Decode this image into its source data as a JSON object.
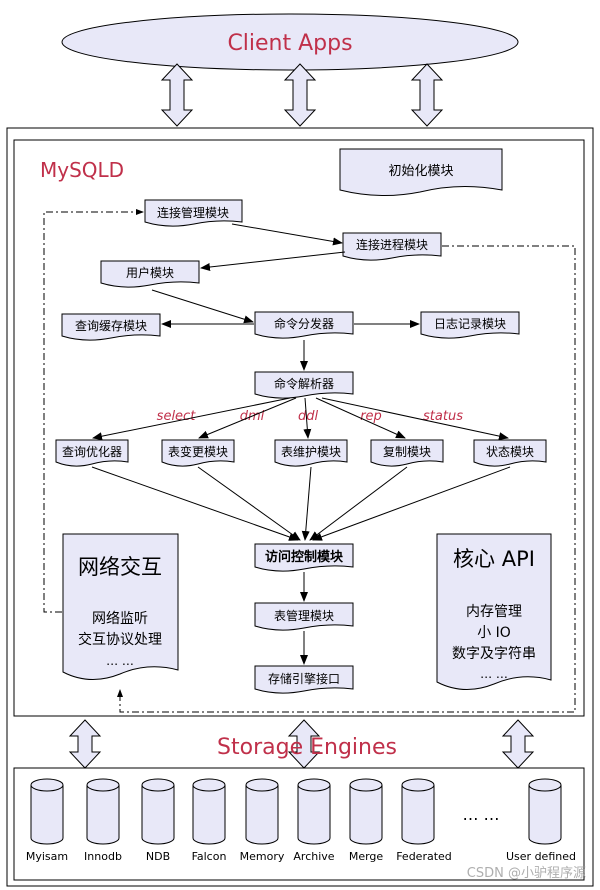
{
  "client_apps": "Client Apps",
  "mysqld": {
    "title": "MySQLD",
    "init_module": "初始化模块",
    "conn_mgr": "连接管理模块",
    "conn_proc": "连接进程模块",
    "user_module": "用户模块",
    "query_cache": "查询缓存模块",
    "cmd_dispatcher": "命令分发器",
    "log_module": "日志记录模块",
    "cmd_parser": "命令解析器",
    "branch_labels": [
      "select",
      "dml",
      "ddl",
      "rep",
      "status"
    ],
    "query_optimizer": "查询优化器",
    "table_change": "表变更模块",
    "table_maint": "表维护模块",
    "replication": "复制模块",
    "status_module": "状态模块",
    "access_ctrl": "访问控制模块",
    "table_mgr": "表管理模块",
    "storage_if": "存储引擎接口",
    "network": {
      "title": "网络交互",
      "lines": [
        "网络监听",
        "交互协议处理",
        "… …"
      ]
    },
    "core_api": {
      "title": "核心 API",
      "lines": [
        "内存管理",
        "小 IO",
        "数字及字符串",
        "… …"
      ]
    }
  },
  "storage_engines": {
    "title": "Storage Engines",
    "engines": [
      "Myisam",
      "Innodb",
      "NDB",
      "Falcon",
      "Memory",
      "Archive",
      "Merge",
      "Federated",
      "User defined"
    ],
    "ellipsis": "… …"
  },
  "watermark": "CSDN @小驴程序源",
  "colors": {
    "accent_red": "#c0304a",
    "box_fill": "#e8e8f8",
    "line": "#000000"
  }
}
